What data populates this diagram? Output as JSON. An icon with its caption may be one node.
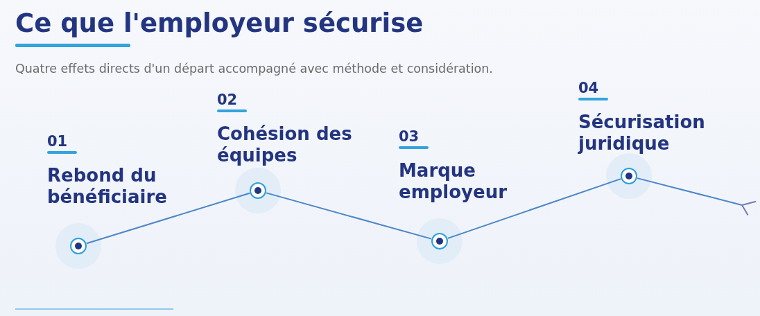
{
  "diagram": {
    "title": "Ce que l'employeur sécurise",
    "nodes": [
      {
        "text": [],
        "shape": "circle",
        "beside": [
          "01",
          "Rebond du bénéficiaire"
        ]
      },
      {
        "text": [],
        "shape": "circle",
        "beside": [
          "02",
          "Cohésion des équipes"
        ]
      },
      {
        "text": [],
        "shape": "circle",
        "beside": [
          "03",
          "Marque employeur"
        ]
      },
      {
        "text": [],
        "shape": "circle",
        "beside": [
          "04",
          "Sécurisation juridique"
        ]
      }
    ],
    "edges": [
      {
        "from": 0,
        "to": 1,
        "arrow": "none"
      },
      {
        "from": 1,
        "to": 2,
        "arrow": "none"
      },
      {
        "from": 2,
        "to": 3,
        "arrow": "none"
      },
      {
        "from": 3,
        "to": null,
        "arrow": "other"
      }
    ],
    "labels": [
      "Quatre effets directs d'un départ accompagné avec méthode et considération."
    ]
  }
}
